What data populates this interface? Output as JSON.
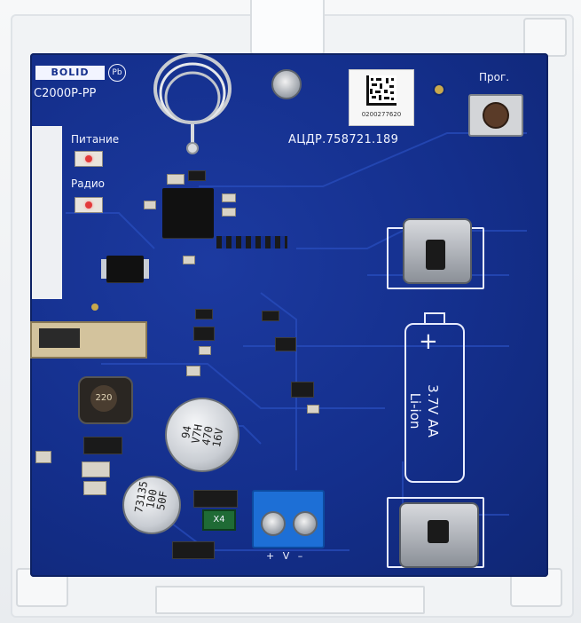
{
  "board": {
    "brand": "BOLID",
    "model": "С2000Р-РР",
    "pb_mark": "Pb",
    "doc_number": "АЦДР.758721.189",
    "serial": "0200277620",
    "led_power_label": "Питание",
    "led_radio_label": "Радио",
    "prog_label": "Прог.",
    "inductor_label": "220",
    "cap_small_text": [
      "94",
      "V7H",
      "470",
      "16V"
    ],
    "cap_large_text": [
      "73135",
      "100",
      "50F"
    ],
    "fuse_label": "X4",
    "terminal_label": "+ V –",
    "battery_label_1": "3.7V AA",
    "battery_label_2": "Li-ion",
    "battery_plus": "+"
  },
  "colors": {
    "pcb": "#142f8c",
    "silkscreen": "#f2f4ff",
    "terminal": "#1d6fd6",
    "case": "#f1f3f5"
  }
}
